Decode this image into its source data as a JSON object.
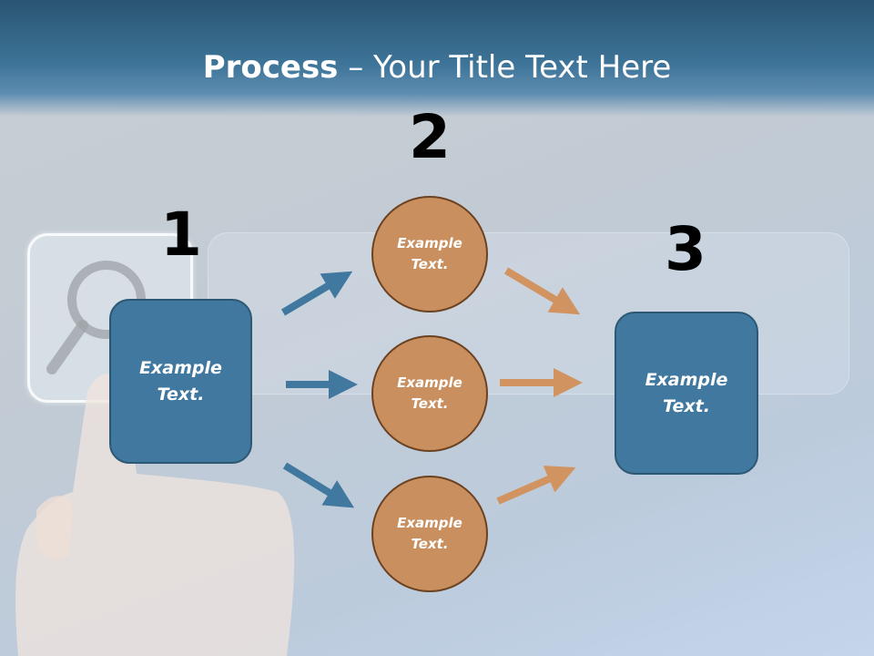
{
  "slide": {
    "title_bold": "Process",
    "title_rest": " – Your Title Text Here"
  },
  "steps": {
    "step1_number": "1",
    "step2_number": "2",
    "step3_number": "3"
  },
  "nodes": {
    "start_box": "Example Text.",
    "circle_top": "Example Text.",
    "circle_middle": "Example Text.",
    "circle_bottom": "Example Text.",
    "end_box": "Example Text."
  },
  "colors": {
    "box_fill": "#40789f",
    "circle_fill": "#c98f5f",
    "blue_arrow": "#40789f",
    "orange_arrow": "#d1935f"
  },
  "icons": [
    "magnifier-icon",
    "pointing-hand-image"
  ]
}
